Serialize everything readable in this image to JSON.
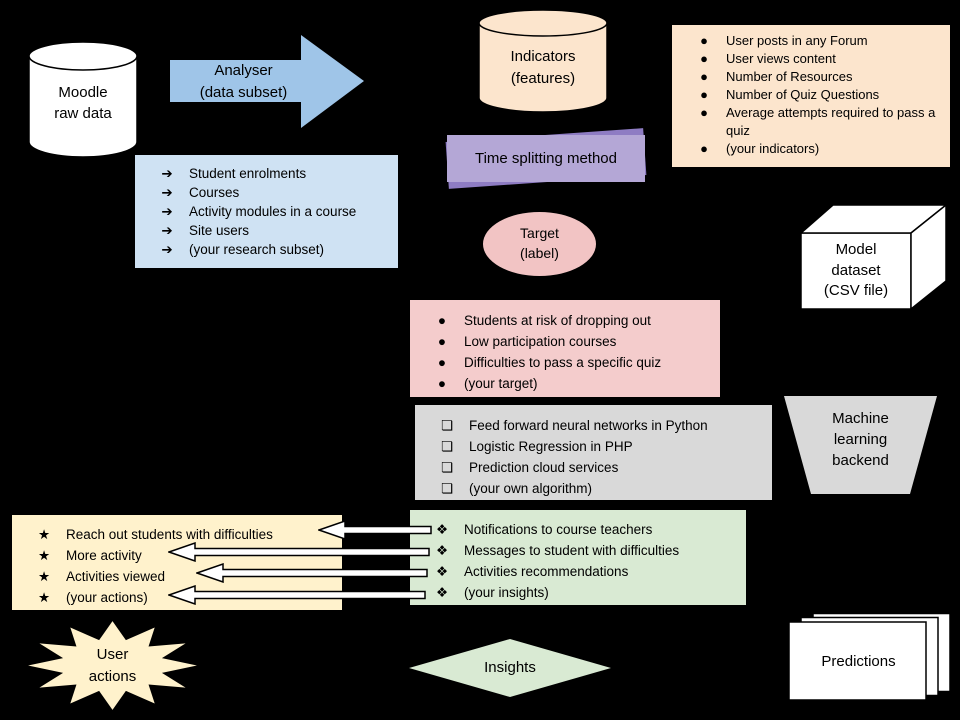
{
  "diagram": {
    "shapes": {
      "moodle": "Moodle\nraw data",
      "analyser": "Analyser\n(data subset)",
      "indicators": "Indicators\n(features)",
      "time_splitting": "Time splitting method",
      "target": "Target\n(label)",
      "model_dataset": "Model\ndataset\n(CSV file)",
      "ml_backend": "Machine\nlearning\nbackend",
      "user_actions": "User\nactions",
      "insights": "Insights",
      "predictions": "Predictions"
    },
    "lists": {
      "indicator_examples": {
        "bullet": "●",
        "items": [
          "User posts in any Forum",
          "User views content",
          "Number of Resources",
          "Number of Quiz Questions",
          "Average attempts required to pass a quiz",
          "(your indicators)"
        ]
      },
      "data_subset": {
        "bullet": "➔",
        "items": [
          "Student enrolments",
          "Courses",
          "Activity modules in a course",
          "Site users",
          "(your research subset)"
        ]
      },
      "target_examples": {
        "bullet": "●",
        "items": [
          "Students at risk of dropping out",
          "Low participation courses",
          "Difficulties to pass a specific quiz",
          "(your target)"
        ]
      },
      "algorithms": {
        "bullet": "❏",
        "items": [
          "Feed forward neural networks in Python",
          "Logistic Regression in PHP",
          "Prediction cloud services",
          "(your own algorithm)"
        ]
      },
      "user_action_examples": {
        "bullet": "★",
        "items": [
          "Reach out students with difficulties",
          "More activity",
          "Activities viewed",
          "(your actions)"
        ]
      },
      "insight_examples": {
        "bullet": "❖",
        "items": [
          "Notifications to course teachers",
          "Messages to student with difficulties",
          "Activities recommendations",
          "(your insights)"
        ]
      }
    },
    "colors": {
      "background": "#000000",
      "arrow_blue": "#9fc5e8",
      "list_blue": "#cfe2f3",
      "peach": "#fce5cd",
      "purple": "#b4a7d6",
      "purple_shadow": "#8e7cc3",
      "pink": "#f4cccc",
      "gray": "#d9d9d9",
      "cream": "#fff2cc",
      "green": "#d9ead3",
      "white": "#ffffff"
    }
  }
}
